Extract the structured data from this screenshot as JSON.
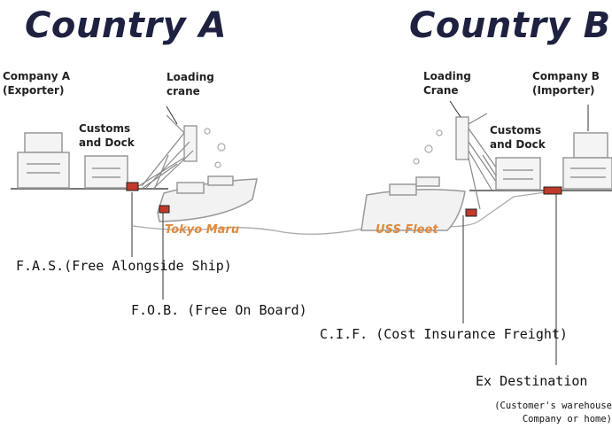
{
  "countries": {
    "a": "Country A",
    "b": "Country B"
  },
  "labels": {
    "company_a": "Company A\n(Exporter)",
    "customs_a": "Customs\nand Dock",
    "crane_a": "Loading\ncrane",
    "crane_b": "Loading\nCrane",
    "customs_b": "Customs\nand Dock",
    "company_b": "Company B\n(Importer)"
  },
  "ships": {
    "a": "Tokyo Maru",
    "b": "USS Fleet"
  },
  "terms": {
    "fas": "F.A.S.(Free Alongside Ship)",
    "fob": "F.O.B.  (Free On Board)",
    "cif": "C.I.F.  (Cost Insurance Freight)",
    "ex_dest": "Ex Destination",
    "ex_dest_note": "(Customer's warehouse\nCompany or home)"
  },
  "colors": {
    "title": "#1e2140",
    "ship_text": "#e08a3c",
    "marker": "#c0392b",
    "line": "#666666"
  }
}
